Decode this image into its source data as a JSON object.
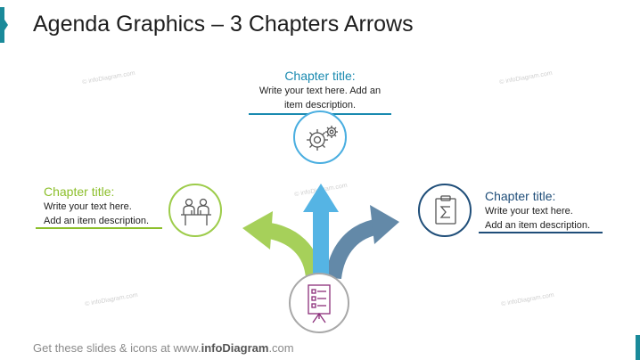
{
  "slide": {
    "title": "Agenda Graphics – 3 Chapters Arrows",
    "footer_prefix": "Get these slides & icons at www.",
    "footer_brand": "infoDiagram",
    "footer_suffix": ".com",
    "watermark": "© infoDiagram.com"
  },
  "chapters": [
    {
      "id": "top",
      "title": "Chapter title:",
      "line1": "Write your text here. Add an",
      "line2": "item description.",
      "color": "#1a8ab0",
      "icon": "gears-icon"
    },
    {
      "id": "left",
      "title": "Chapter title:",
      "line1": "Write your text here.",
      "line2": "Add an item description.",
      "color": "#8cbf2b",
      "icon": "meeting-icon"
    },
    {
      "id": "right",
      "title": "Chapter title:",
      "line1": "Write your text here.",
      "line2": "Add an item description.",
      "color": "#1f4e79",
      "icon": "clipboard-sum-icon"
    }
  ],
  "colors": {
    "green": "#9dcc4a",
    "blue": "#4aaee0",
    "slate": "#5b85a3",
    "purple": "#8b2e7a",
    "gray": "#a8a8a8"
  },
  "center_icon": "flipchart-checklist-icon"
}
